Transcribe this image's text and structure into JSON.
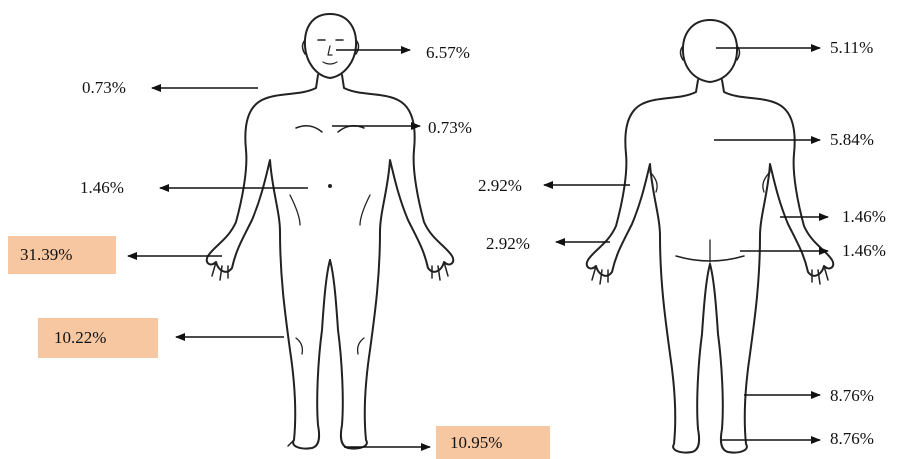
{
  "front": {
    "face": "6.57%",
    "shoulder": "0.73%",
    "chest": "0.73%",
    "abdomen": "1.46%",
    "hand": "31.39%",
    "leg": "10.22%",
    "foot": "10.95%"
  },
  "back": {
    "head": "5.11%",
    "upper_back": "5.84%",
    "elbow": "2.92%",
    "wrist": "2.92%",
    "forearm": "1.46%",
    "buttock": "1.46%",
    "calf": "8.76%",
    "heel": "8.76%"
  },
  "colors": {
    "highlight": "#f7c7a2",
    "line": "#222222"
  }
}
